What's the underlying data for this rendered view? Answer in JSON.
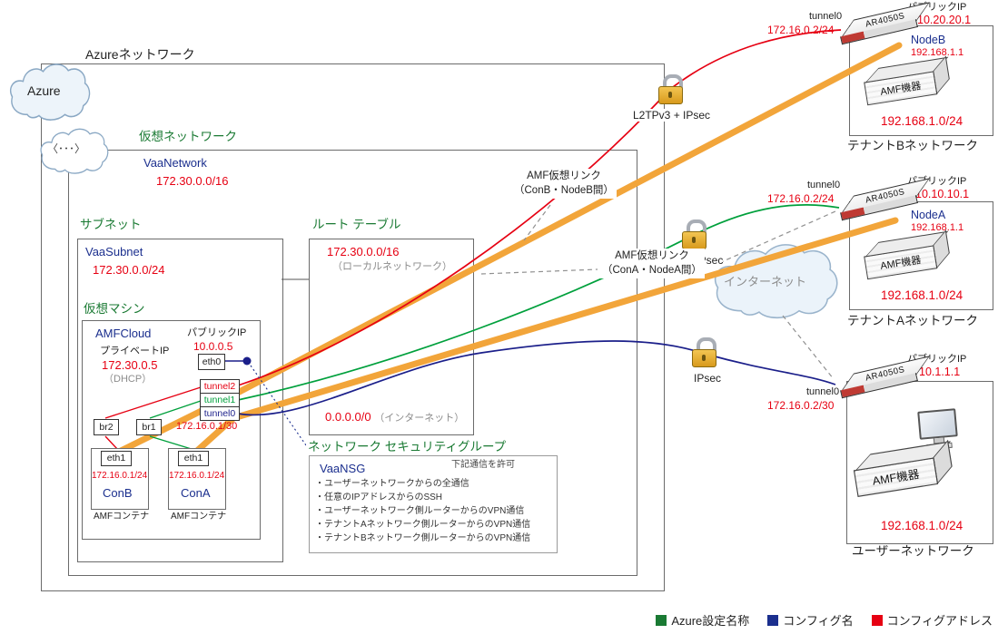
{
  "azure_cloud_label": "Azure",
  "azure_network": {
    "label": "Azureネットワーク"
  },
  "vnet": {
    "icon": "〈･･･〉",
    "label": "仮想ネットワーク",
    "name": "VaaNetwork",
    "address": "172.30.0.0/16"
  },
  "subnet": {
    "label": "サブネット",
    "name": "VaaSubnet",
    "address": "172.30.0.0/24"
  },
  "vm": {
    "label": "仮想マシン",
    "name": "AMFCloud",
    "public_ip_label": "パブリックIP",
    "public_ip": "10.0.0.5",
    "private_ip_label": "プライベートIP",
    "private_ip": "172.30.0.5",
    "private_ip_note": "（DHCP）",
    "eth0_label": "eth0",
    "tunnels": [
      {
        "name": "tunnel2"
      },
      {
        "name": "tunnel1"
      },
      {
        "name": "tunnel0"
      }
    ],
    "tunnel_address": "172.16.0.1/30",
    "bridges": [
      {
        "name": "br2"
      },
      {
        "name": "br1"
      }
    ],
    "containers": [
      {
        "eth": "eth1",
        "address": "172.16.0.1/24",
        "name": "ConB",
        "caption": "AMFコンテナ"
      },
      {
        "eth": "eth1",
        "address": "172.16.0.1/24",
        "name": "ConA",
        "caption": "AMFコンテナ"
      }
    ]
  },
  "route_table": {
    "label": "ルート テーブル",
    "routes": [
      {
        "address": "172.30.0.0/16",
        "note": "（ローカルネットワーク）"
      },
      {
        "address": "0.0.0.0/0",
        "note": "（インターネット）"
      }
    ]
  },
  "nsg": {
    "label": "ネットワーク セキュリティグループ",
    "name": "VaaNSG",
    "permit_note": "下記通信を許可",
    "rules": [
      "・ユーザーネットワークからの全通信",
      "・任意のIPアドレスからのSSH",
      "・ユーザーネットワーク側ルーターからのVPN通信",
      "・テナントAネットワーク側ルーターからのVPN通信",
      "・テナントBネットワーク側ルーターからのVPN通信"
    ]
  },
  "vpn_labels": {
    "b": "L2TPv3 + IPsec",
    "a": "+ IPsec",
    "user": "IPsec"
  },
  "internet_label": "インターネット",
  "virtual_links": [
    {
      "line1": "AMF仮想リンク",
      "line2": "（ConB・NodeB間）"
    },
    {
      "line1": "AMF仮想リンク",
      "line2": "（ConA・NodeA間）"
    }
  ],
  "tenants": [
    {
      "name": "テナントBネットワーク",
      "router": "AR4050S",
      "tunnel": "tunnel0",
      "tunnel_address": "172.16.0.2/24",
      "public_ip_label": "パブリックIP",
      "public_ip": "10.20.20.1",
      "node_name": "NodeB",
      "node_ip": "192.168.1.1",
      "device": "AMF機器",
      "lan": "192.168.1.0/24"
    },
    {
      "name": "テナントAネットワーク",
      "router": "AR4050S",
      "tunnel": "tunnel0",
      "tunnel_address": "172.16.0.2/24",
      "public_ip_label": "パブリックIP",
      "public_ip": "10.10.10.1",
      "node_name": "NodeA",
      "node_ip": "192.168.1.1",
      "device": "AMF機器",
      "lan": "192.168.1.0/24"
    },
    {
      "name": "ユーザーネットワーク",
      "router": "AR4050S",
      "tunnel": "tunnel0",
      "tunnel_address": "172.16.0.2/30",
      "public_ip_label": "パブリックIP",
      "public_ip": "10.1.1.1",
      "device": "AMF機器",
      "lan": "192.168.1.0/24"
    }
  ],
  "legend": [
    {
      "label": "Azure設定名称",
      "color": "#1a7a33"
    },
    {
      "label": "コンフィグ名",
      "color": "#1b2f8e"
    },
    {
      "label": "コンフィグアドレス",
      "color": "#e60012"
    }
  ],
  "colors": {
    "azure_setting_green": "#1a7a33",
    "config_name_blue": "#1b2f8e",
    "config_address_red": "#e60012",
    "amf_virtual_link_orange": "#f2a53a"
  }
}
